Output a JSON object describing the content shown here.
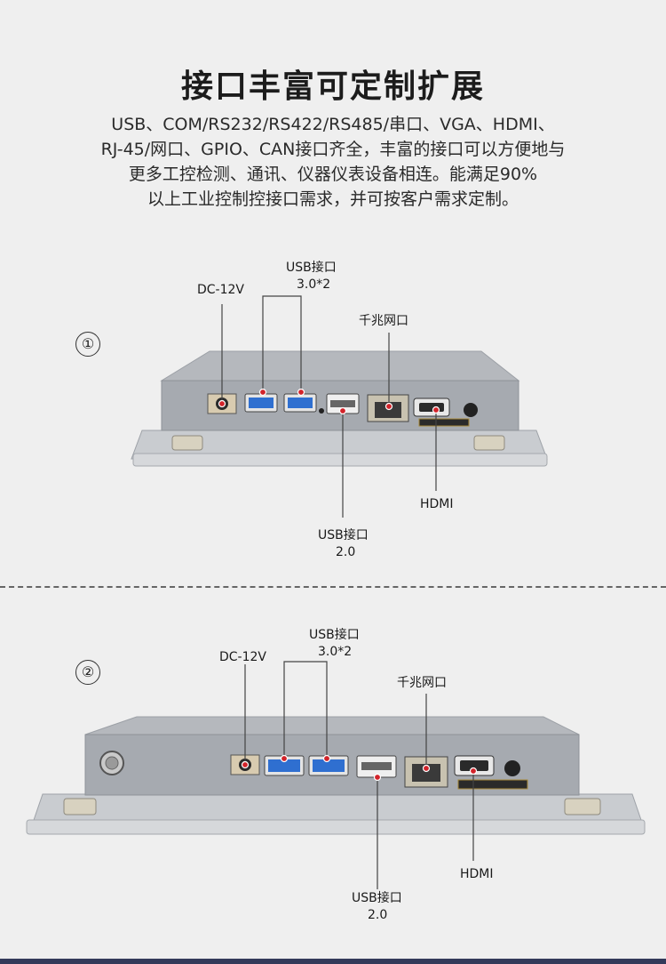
{
  "header": {
    "title": "接口丰富可定制扩展",
    "description_lines": [
      "USB、COM/RS232/RS422/RS485/串口、VGA、HDMI、",
      "RJ-45/网口、GPIO、CAN接口齐全，丰富的接口可以方便地与",
      "更多工控检测、通讯、仪器仪表设备相连。能满足90%",
      "以上工业控制控接口需求，并可按客户需求定制。"
    ]
  },
  "diagram1": {
    "number": "①",
    "dc_label": "DC-12V",
    "usb3_label_1": "USB接口",
    "usb3_label_2": "3.0*2",
    "lan_label": "千兆网口",
    "hdmi_label": "HDMI",
    "usb2_label_1": "USB接口",
    "usb2_label_2": "2.0"
  },
  "diagram2": {
    "number": "②",
    "dc_label": "DC-12V",
    "usb3_label_1": "USB接口",
    "usb3_label_2": "3.0*2",
    "lan_label": "千兆网口",
    "hdmi_label": "HDMI",
    "usb2_label_1": "USB接口",
    "usb2_label_2": "2.0"
  },
  "colors": {
    "callout_line": "#444444",
    "callout_dot": "#d2232a",
    "usb3_blue": "#2f6fd0",
    "device_gray": "#a9adb3"
  }
}
